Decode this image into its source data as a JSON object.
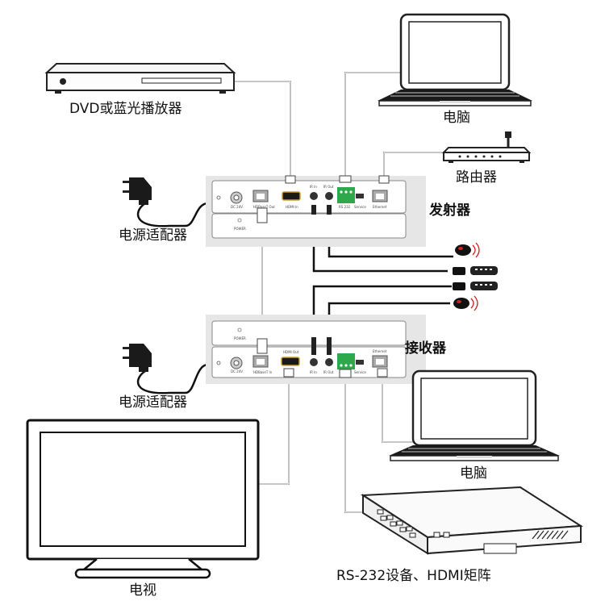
{
  "devices": {
    "dvd_player": {
      "label": "DVD或蓝光播放器"
    },
    "computer_top": {
      "label": "电脑"
    },
    "router": {
      "label": "路由器"
    },
    "power_adapter_top": {
      "label": "电源适配器"
    },
    "transmitter": {
      "label": "发射器",
      "ports": {
        "dc": "DC 24V",
        "hdbaset": "HDBaseT Out",
        "hdmi": "HDMI In",
        "ir_in": "IR In",
        "ir_out": "IR Out",
        "rs232": "RS 232",
        "service": "Service",
        "ethernet": "Ethernet"
      },
      "power_led": "POWER"
    },
    "receiver": {
      "label": "接收器",
      "ports": {
        "dc": "DC 24V",
        "hdbaset": "HDBaseT In",
        "hdmi": "HDMI Out",
        "ir_in": "IR In",
        "ir_out": "IR Out",
        "service": "Service",
        "ethernet": "Ethernet"
      },
      "power_led": "POWER"
    },
    "power_adapter_bottom": {
      "label": "电源适配器"
    },
    "tv": {
      "label": "电视"
    },
    "computer_bottom": {
      "label": "电脑"
    },
    "rs232_matrix": {
      "label": "RS-232设备、HDMI矩阵"
    }
  },
  "colors": {
    "panel": "#e6e6e6",
    "cable": "#666666",
    "terminal_green": "#2ea84a",
    "hdmi_gold": "#caa030",
    "ir_red": "#cc2222"
  }
}
